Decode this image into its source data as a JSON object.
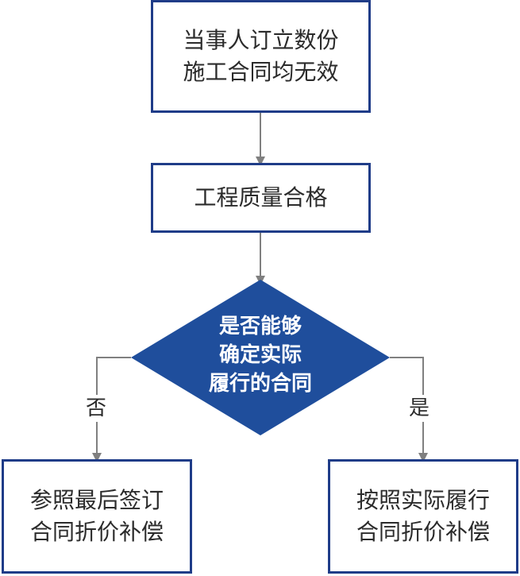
{
  "nodes": {
    "start": {
      "lines": [
        "当事人订立数份",
        "施工合同均无效"
      ]
    },
    "quality": {
      "lines": [
        "工程质量合格"
      ]
    },
    "decision": {
      "lines": [
        "是否能够",
        "确定实际",
        "履行的合同"
      ]
    },
    "no_branch": {
      "lines": [
        "参照最后签订",
        "合同折价补偿"
      ]
    },
    "yes_branch": {
      "lines": [
        "按照实际履行",
        "合同折价补偿"
      ]
    }
  },
  "edges": {
    "no_label": "否",
    "yes_label": "是"
  },
  "colors": {
    "box_border": "#1f3c88",
    "diamond_fill": "#1f4e9c",
    "connector": "#808080",
    "text": "#2b2b2b"
  }
}
